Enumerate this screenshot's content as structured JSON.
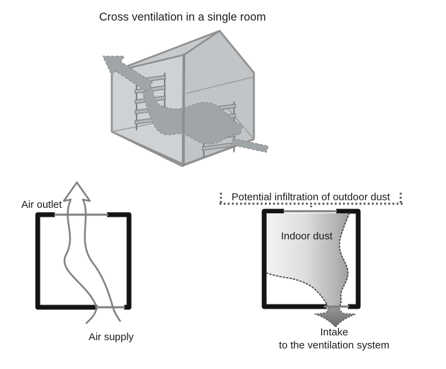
{
  "title": "Cross ventilation in a single room",
  "left_diagram": {
    "air_outlet_label": "Air outlet",
    "air_supply_label": "Air supply"
  },
  "right_diagram": {
    "infiltration_label": "Potential infiltration of outdoor dust",
    "indoor_dust_label": "Indoor dust",
    "intake_label_line1": "Intake",
    "intake_label_line2": "to the ventilation system"
  },
  "icons": {
    "house_exit_arrow": "airflow-exit-arrow",
    "outlet_arrow": "air-outlet-arrow",
    "intake_arrow": "intake-down-arrow"
  },
  "colors": {
    "text": "#1a1a1a",
    "room_border": "#141414",
    "vent_line": "#7f7f7f",
    "airflow_stroke": "#828282",
    "dotted_line": "#545454",
    "dotted_edge": "#4d4d4d",
    "house_fill": "#c8cbcd",
    "house_wall": "#cfd2d4",
    "house_gable": "#c2c5c7",
    "house_stroke": "#8f8f8f",
    "ribbon_fill": "#a0a5a7",
    "dust_light": "#f4f4f4",
    "dust_dark": "#949494",
    "intake_arrow": "#6a6a6a"
  }
}
